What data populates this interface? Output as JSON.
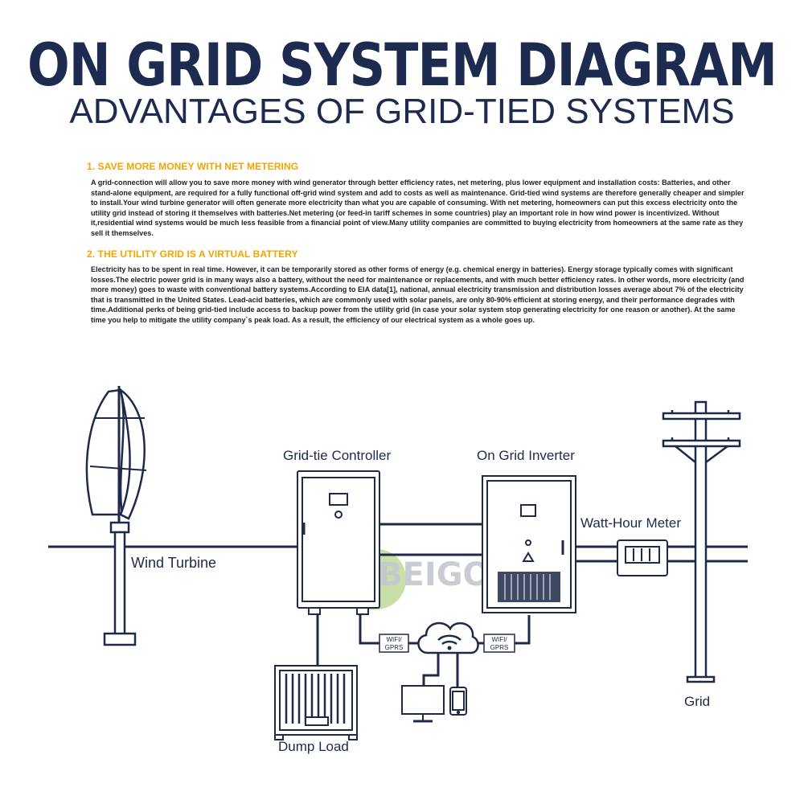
{
  "header": {
    "title": "ON GRID SYSTEM DIAGRAM",
    "subtitle": "ADVANTAGES OF GRID-TIED SYSTEMS"
  },
  "sections": [
    {
      "heading": "1. SAVE MORE MONEY WITH NET METERING",
      "body": "A grid-connection will allow you to save more money with wind generator through better efficiency rates, net metering, plus lower equipment and installation costs: Batteries, and other stand-alone equipment, are required for a fully functional off-grid wind system and add to costs as well as maintenance. Grid-tied wind systems are therefore generally cheaper and simpler to install.Your wind turbine generator will often generate more electricity than what you are capable of consuming. With net metering, homeowners can put this excess electricity onto the utility grid instead of storing it themselves with batteries.Net metering (or feed-in tariff schemes in some countries) play an important role in how wind power is incentivized. Without it,residential wind systems would be much less feasible from a financial point of view.Many utility companies are committed to buying electricity from homeowners at the same rate as they sell it themselves."
    },
    {
      "heading": "2. THE UTILITY GRID IS A VIRTUAL BATTERY",
      "body": "Electricity has to be spent in real time. However, it can be temporarily stored as other forms of energy (e.g. chemical energy in batteries). Energy storage typically comes with significant losses.The electric power grid is in many ways also a battery, without the need for maintenance or replacements, and with much better efficiency rates. In other words, more electricity (and more money) goes to waste with conventional battery systems.According to EIA data[1], national, annual electricity transmission and distribution losses average about 7% of the electricity that is transmitted in the United States. Lead-acid batteries, which are commonly used with solar panels, are only 80-90% efficient at storing energy, and their performance degrades with time.Additional perks of being grid-tied include access to backup power from the utility grid (in case your solar system stop generating electricity for one reason or another). At the same time you help to mitigate the utility company`s peak load. As a result, the efficiency of our electrical system as a whole goes up."
    }
  ],
  "diagram": {
    "labels": {
      "wind_turbine": "Wind Turbine",
      "controller": "Grid-tie Controller",
      "inverter": "On Grid Inverter",
      "meter": "Watt-Hour Meter",
      "grid": "Grid",
      "dump_load": "Dump Load",
      "wifi_left_1": "WIFI/",
      "wifi_left_2": "GPRS",
      "wifi_right_1": "WIFI/",
      "wifi_right_2": "GPRS",
      "watermark": "BEIGOOD"
    },
    "icons": [
      "wind-turbine-icon",
      "controller-cabinet-icon",
      "inverter-cabinet-icon",
      "watt-hour-meter-icon",
      "utility-pole-icon",
      "dump-load-icon",
      "cloud-wifi-icon",
      "computer-icon",
      "phone-icon",
      "beigood-logo-icon"
    ],
    "colors": {
      "ink": "#1e2a4a",
      "heading_orange": "#f0a500",
      "title_navy": "#1c2b4f",
      "logo_orange": "#f5a623",
      "logo_green": "#8ab840"
    }
  }
}
